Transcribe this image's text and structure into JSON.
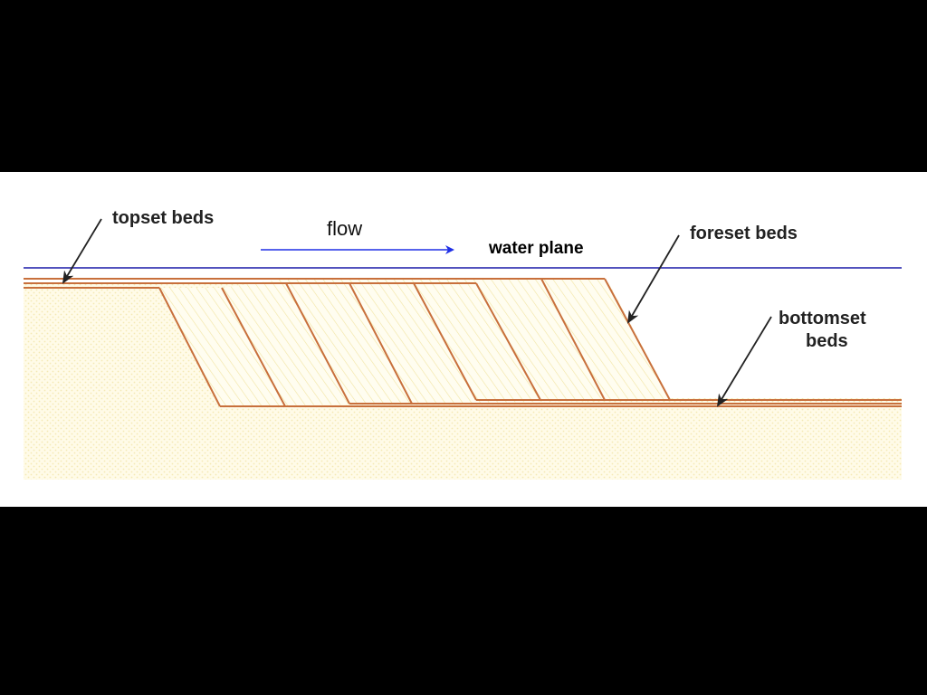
{
  "diagram": {
    "labels": {
      "topset": "topset beds",
      "flow": "flow",
      "water_plane": "water plane",
      "foreset": "foreset beds",
      "bottomset_line1": "bottomset",
      "bottomset_line2": "beds"
    },
    "colors": {
      "background": "#ffffff",
      "frame": "#000000",
      "water_line": "#1a1aa8",
      "flow_arrow": "#1f2fe6",
      "bed_line": "#c8703c",
      "sediment_fill": "#fdf6d6",
      "hatch": "#f3e6a0",
      "pointer_arrow": "#222222",
      "label_text": "#222222"
    }
  }
}
